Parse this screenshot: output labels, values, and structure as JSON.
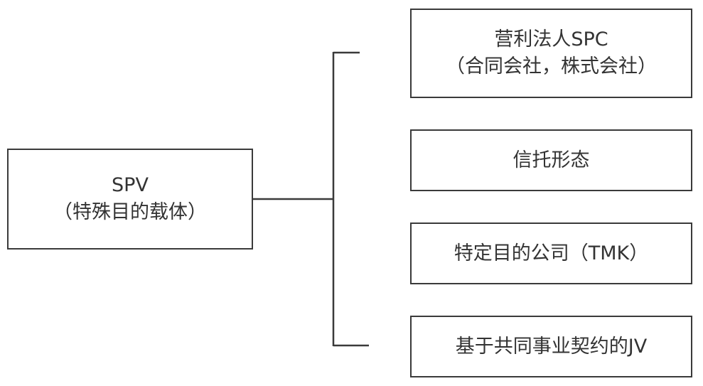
{
  "root": {
    "line1": "SPV",
    "line2": "（特殊目的载体）"
  },
  "children": [
    {
      "line1": "营利法人SPC",
      "line2": "（合同会社，株式会社）"
    },
    {
      "line1": "信托形态"
    },
    {
      "line1": "特定目的公司（TMK）"
    },
    {
      "line1": "基于共同事业契约的JV"
    }
  ],
  "colors": {
    "stroke": "#3a3a3a",
    "text": "#333333",
    "background": "#ffffff"
  }
}
